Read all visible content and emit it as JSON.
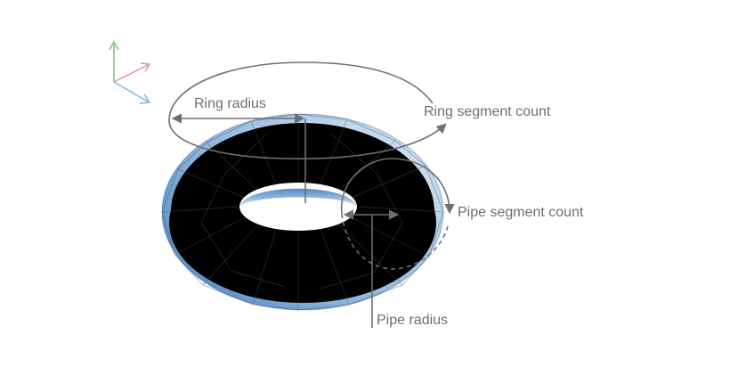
{
  "labels": {
    "ring_radius": "Ring radius",
    "ring_segment_count": "Ring segment count",
    "pipe_segment_count": "Pipe segment count",
    "pipe_radius": "Pipe radius"
  },
  "axes": {
    "icons": [
      "y-axis-arrow-icon",
      "x-axis-arrow-icon",
      "z-axis-arrow-icon"
    ],
    "colors": {
      "y": "#7cc07a",
      "x": "#e88aa8",
      "z": "#7ab8dc"
    }
  },
  "colors": {
    "torus_dark": "#2f6db3",
    "torus_mid": "#8fb7dc",
    "torus_light": "#ffffff",
    "annotation": "#6f6f6f"
  }
}
